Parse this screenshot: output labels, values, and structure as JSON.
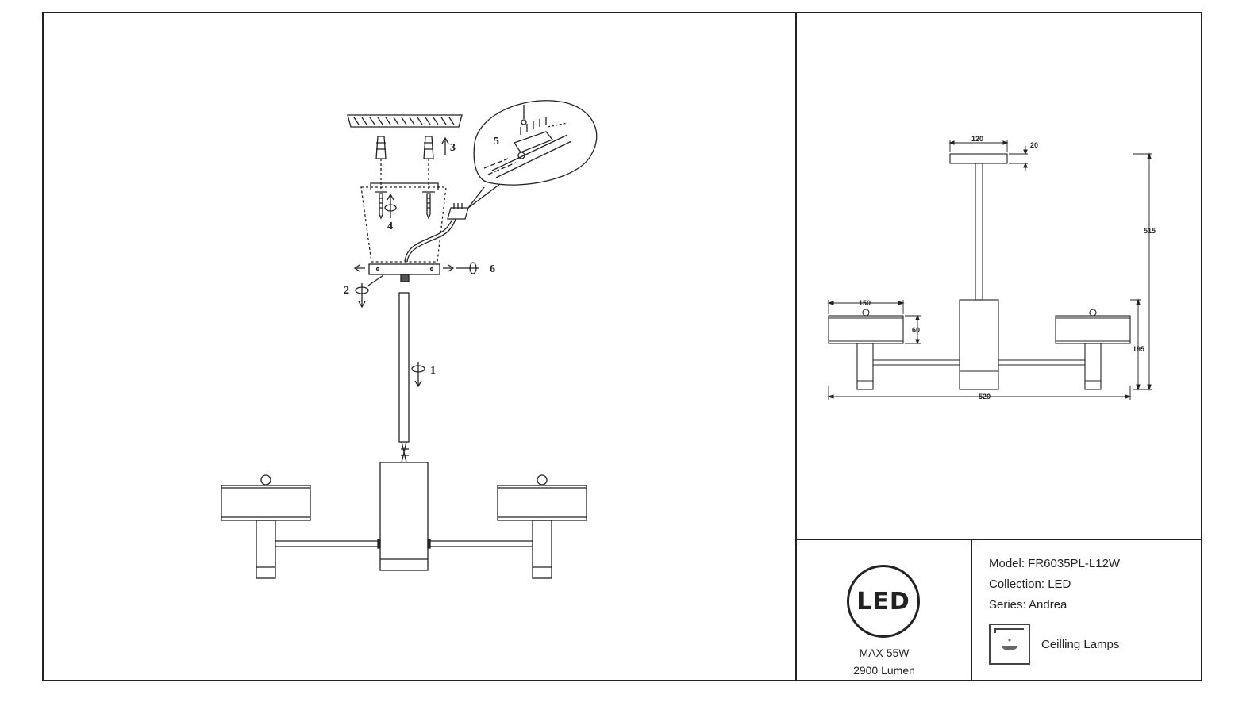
{
  "specs": {
    "model": "Model: FR6035PL-L12W",
    "collection": "Collection: LED",
    "series": "Series: Andrea",
    "category": "Ceilling Lamps"
  },
  "badge": {
    "label": "LED",
    "power": "MAX 55W",
    "lumen": "2900 Lumen"
  },
  "steps": {
    "s1": "1",
    "s2": "2",
    "s3": "3",
    "s4": "4",
    "s5": "5",
    "s6": "6"
  },
  "dimensions": {
    "canopy_width": "120",
    "canopy_height": "20",
    "shade_width": "150",
    "shade_height": "60",
    "total_height": "515",
    "arm_height": "195",
    "total_width": "520"
  },
  "icons": {
    "type": "ceiling-lamp-icon"
  }
}
